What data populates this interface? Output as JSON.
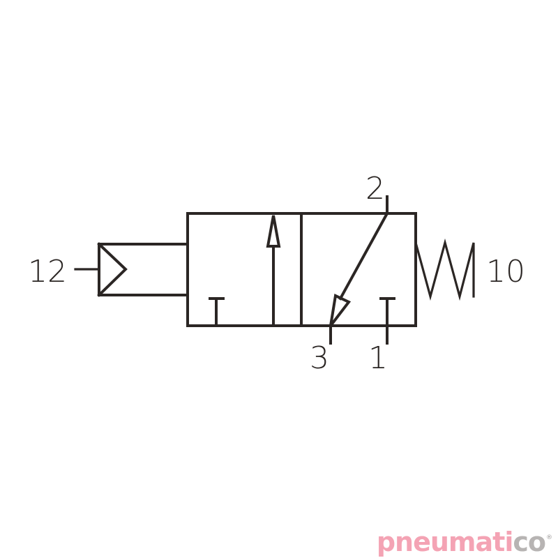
{
  "diagram": {
    "type": "pneumatic-valve-symbol",
    "description": "3/2 valve, pilot operated, spring return",
    "ports": {
      "pilot": "12",
      "spring": "10",
      "outlet": "2",
      "exhaust": "3",
      "inlet": "1"
    },
    "colors": {
      "line": "#2b2624",
      "background": "#ffffff"
    }
  },
  "logo": {
    "brand_main": "pneumati",
    "brand_end": "co",
    "registered": "®",
    "colors": {
      "main": "#f4a3b4",
      "end": "#b7b4b3"
    }
  }
}
